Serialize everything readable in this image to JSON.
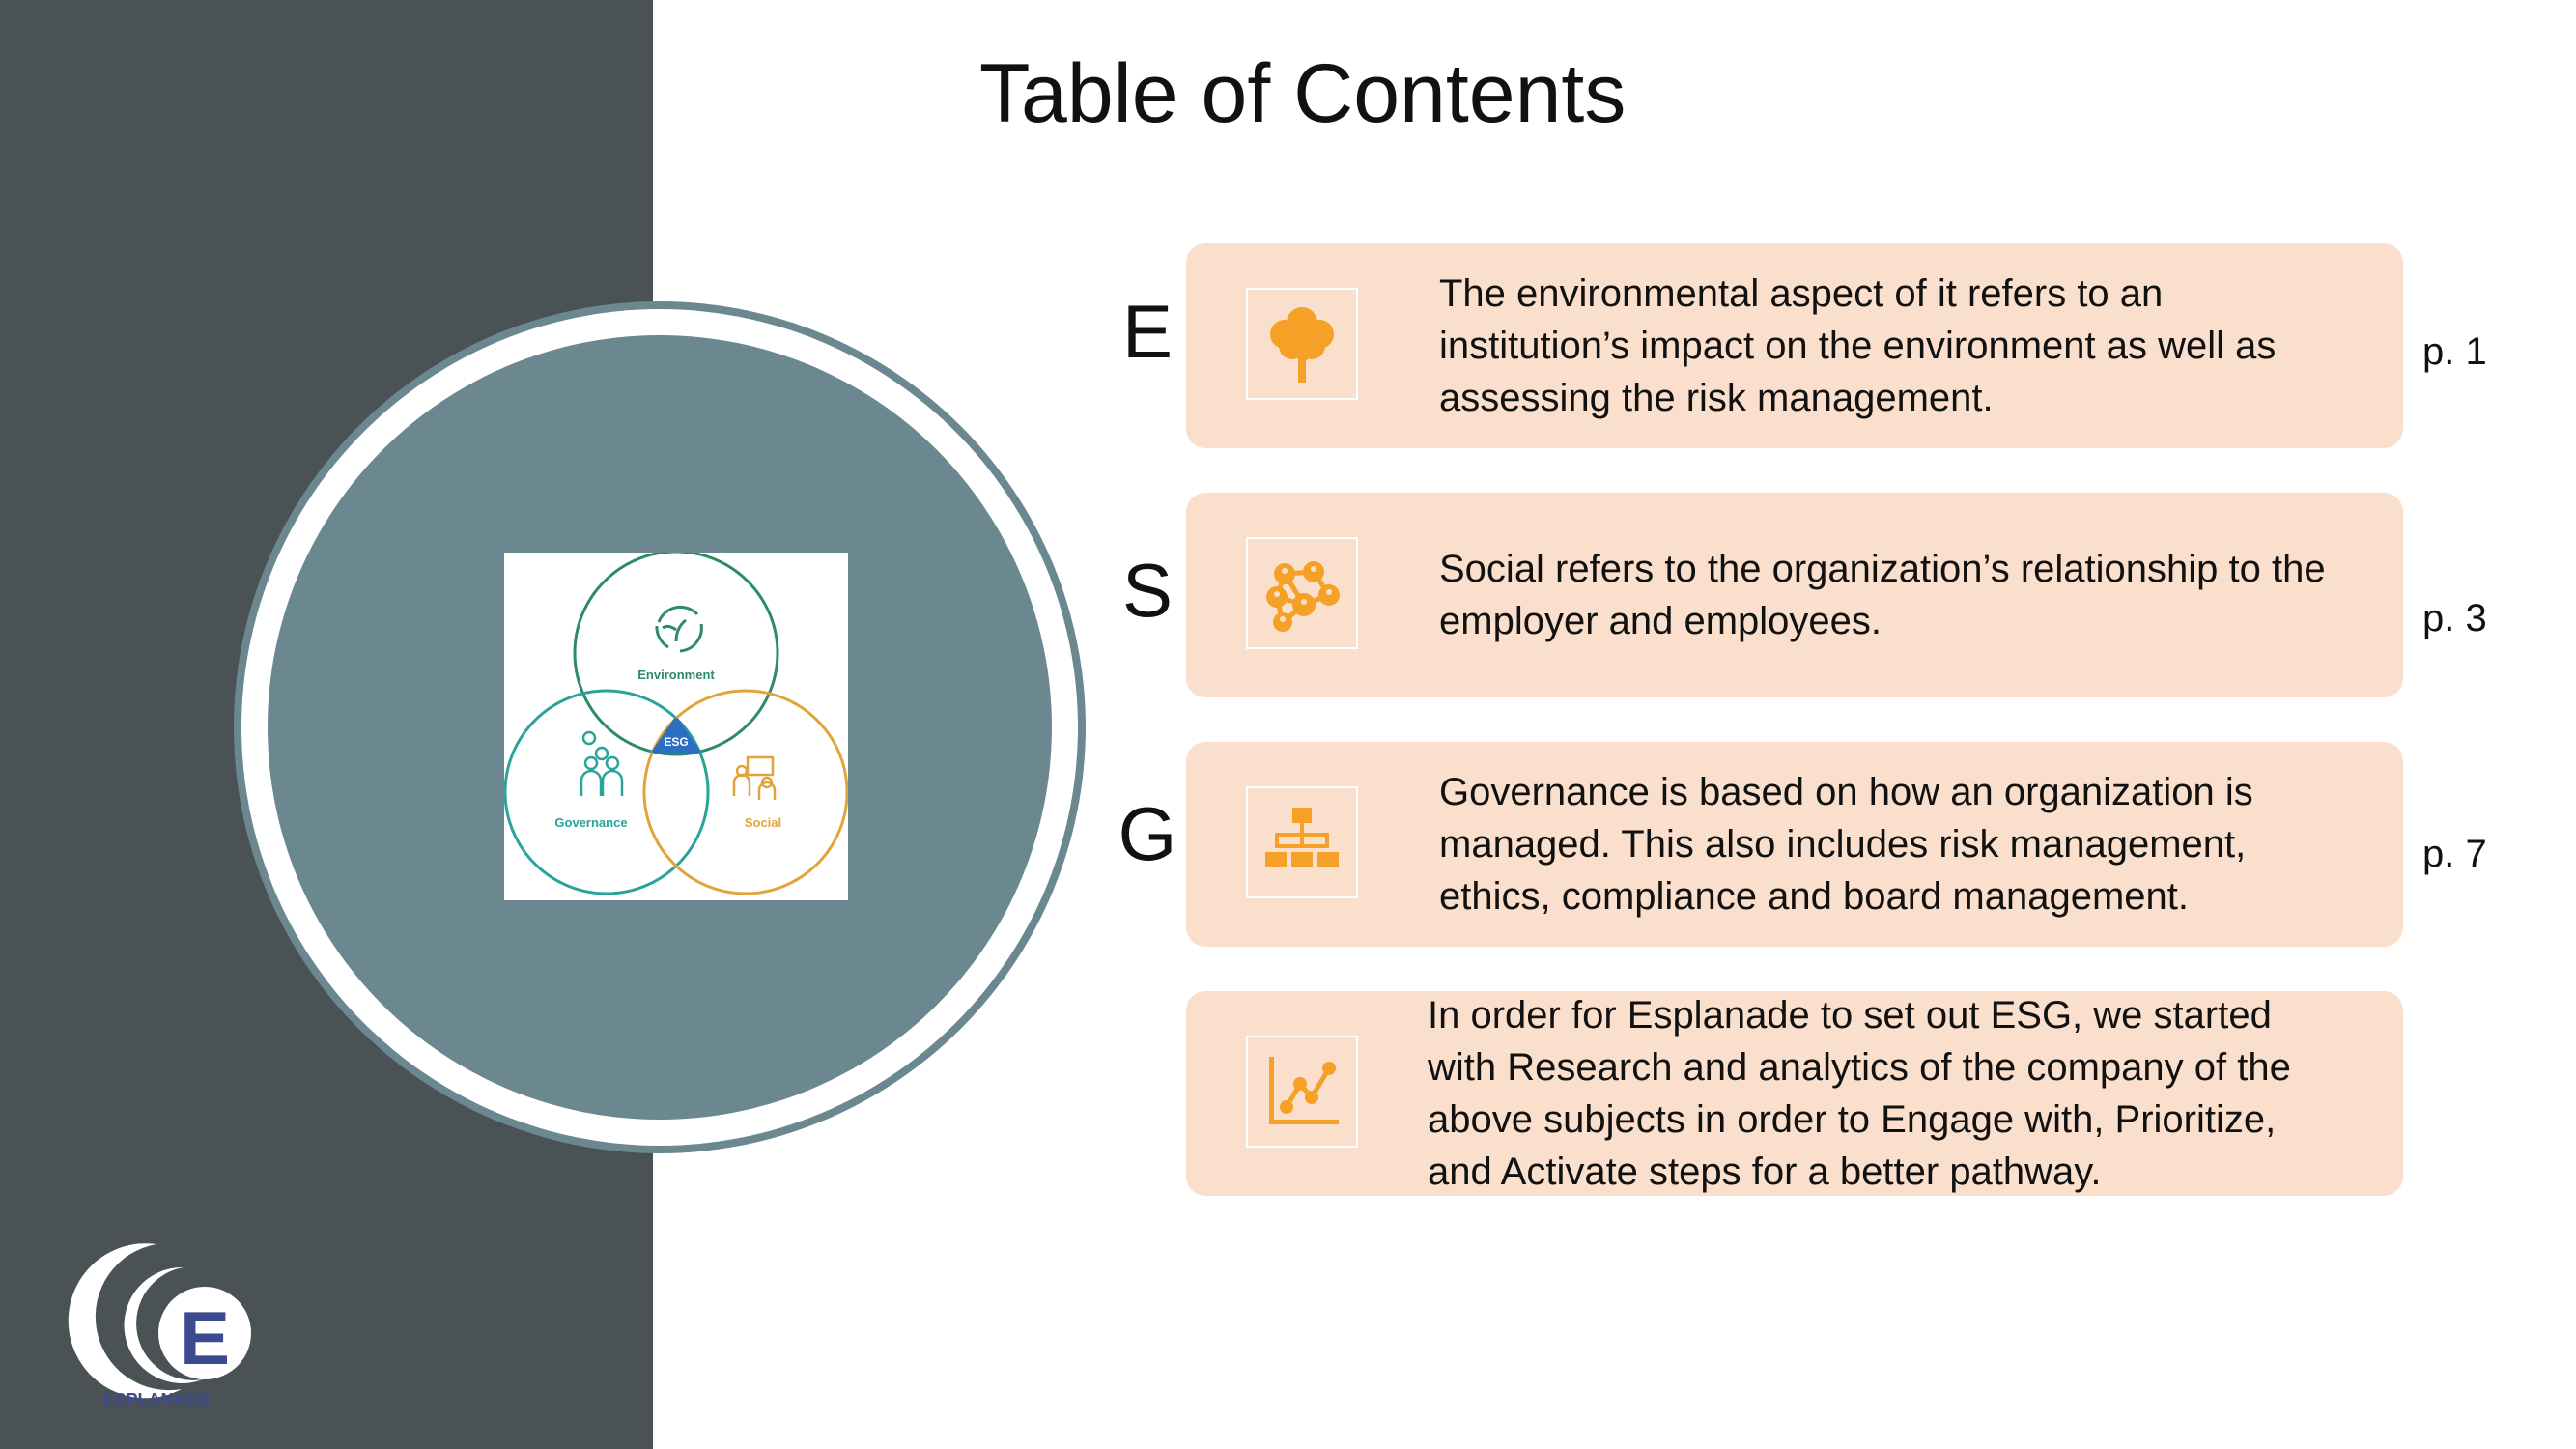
{
  "title": "Table of Contents",
  "venn": {
    "environment_label": "Environment",
    "governance_label": "Governance",
    "social_label": "Social",
    "center_label": "ESG"
  },
  "logo": {
    "wordmark": "ESPLANADE",
    "letter": "E"
  },
  "sections": [
    {
      "letter": "E",
      "icon": "tree-icon",
      "text": "The environmental aspect of it refers to an institution’s impact on the environment as well as assessing the risk management.",
      "page": "p. 1"
    },
    {
      "letter": "S",
      "icon": "network-icon",
      "text": "Social refers to the organization’s relationship to the employer and employees.",
      "page": "p. 3"
    },
    {
      "letter": "G",
      "icon": "org-chart-icon",
      "text": "Governance is based on how an organization is managed. This also includes risk management, ethics, compliance and board management.",
      "page": "p. 7"
    },
    {
      "letter": "",
      "icon": "line-chart-icon",
      "text": "In order for Esplanade to set out ESG, we started with Research and analytics of the company of the above subjects in order to Engage with, Prioritize, and Activate steps for a better pathway.",
      "page": ""
    }
  ],
  "colors": {
    "sidebar": "#4a5256",
    "disc": "#6b8790",
    "card": "#fae0cc",
    "icon": "#f5a026",
    "environment": "#2e8b64",
    "governance": "#2aa39a",
    "social": "#e0a43a",
    "esg_badge": "#2c6fc2"
  }
}
